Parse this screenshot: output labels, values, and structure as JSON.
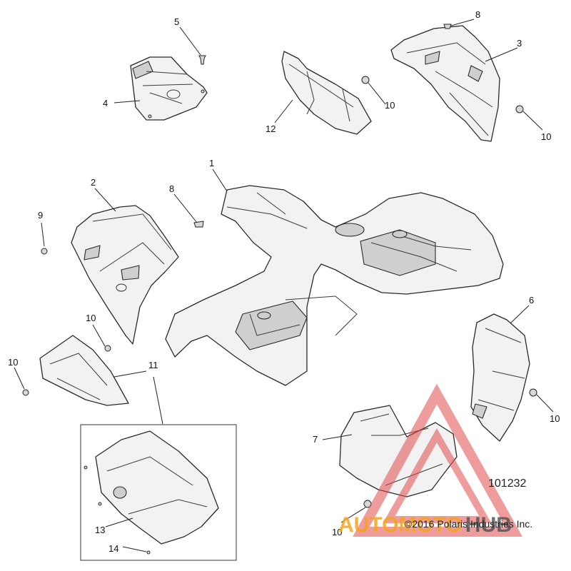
{
  "diagram": {
    "callouts": {
      "c1": "1",
      "c2": "2",
      "c3": "3",
      "c4": "4",
      "c5": "5",
      "c6": "6",
      "c7": "7",
      "c8a": "8",
      "c8b": "8",
      "c9": "9",
      "c10a": "10",
      "c10b": "10",
      "c10c": "10",
      "c10d": "10",
      "c10e": "10",
      "c10f": "10",
      "c11": "11",
      "c12": "12",
      "c13": "13",
      "c14": "14"
    },
    "reference_number": "101232",
    "copyright": "©2016 Polaris Industries Inc."
  },
  "watermark": {
    "brand_part_1": "AUTOMOTO",
    "brand_part_2": "HUB",
    "colors": {
      "triangle": "#e24a4a",
      "accent": "#f2a51a",
      "dark": "#555555"
    }
  }
}
